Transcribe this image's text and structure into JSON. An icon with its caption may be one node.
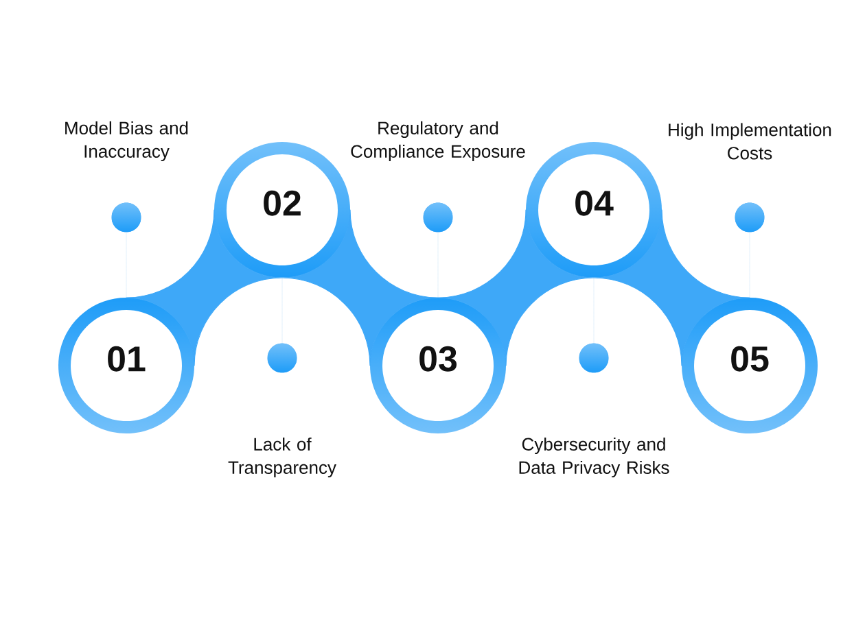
{
  "diagram": {
    "nodes": [
      {
        "text": [
          "01"
        ]
      },
      {
        "text": [
          "02"
        ]
      },
      {
        "text": [
          "03"
        ]
      },
      {
        "text": [
          "04"
        ]
      },
      {
        "text": [
          "05"
        ]
      },
      {
        "text": [],
        "shape": "circle"
      },
      {
        "text": [],
        "shape": "circle"
      },
      {
        "text": [],
        "shape": "circle"
      },
      {
        "text": [],
        "shape": "circle"
      },
      {
        "text": [],
        "shape": "circle"
      }
    ],
    "edges": [
      {
        "from": 0,
        "to": 1,
        "arrow": "none",
        "style": "thick",
        "color": "#3ea8f8"
      },
      {
        "from": 1,
        "to": 2,
        "arrow": "none",
        "style": "thick",
        "color": "#3ea8f8"
      },
      {
        "from": 2,
        "to": 3,
        "arrow": "none",
        "style": "thick",
        "color": "#3ea8f8"
      },
      {
        "from": 3,
        "to": 4,
        "arrow": "none",
        "style": "thick",
        "color": "#3ea8f8"
      },
      {
        "from": 5,
        "to": 0,
        "arrow": "none",
        "style": "dashed",
        "color": "#9fcdf2"
      },
      {
        "from": 6,
        "to": 1,
        "arrow": "none",
        "style": "dashed",
        "color": "#9fcdf2"
      },
      {
        "from": 7,
        "to": 2,
        "arrow": "none",
        "style": "dashed",
        "color": "#9fcdf2"
      },
      {
        "from": 8,
        "to": 3,
        "arrow": "none",
        "style": "dashed",
        "color": "#9fcdf2"
      },
      {
        "from": 9,
        "to": 4,
        "arrow": "none",
        "style": "dashed",
        "color": "#9fcdf2"
      }
    ],
    "labels": [
      "Model Bias and Inaccuracy",
      "Regulatory and Compliance Exposure",
      "High Implementation Costs",
      "Lack of Transparency",
      "Cybersecurity and Data Privacy Risks"
    ]
  }
}
